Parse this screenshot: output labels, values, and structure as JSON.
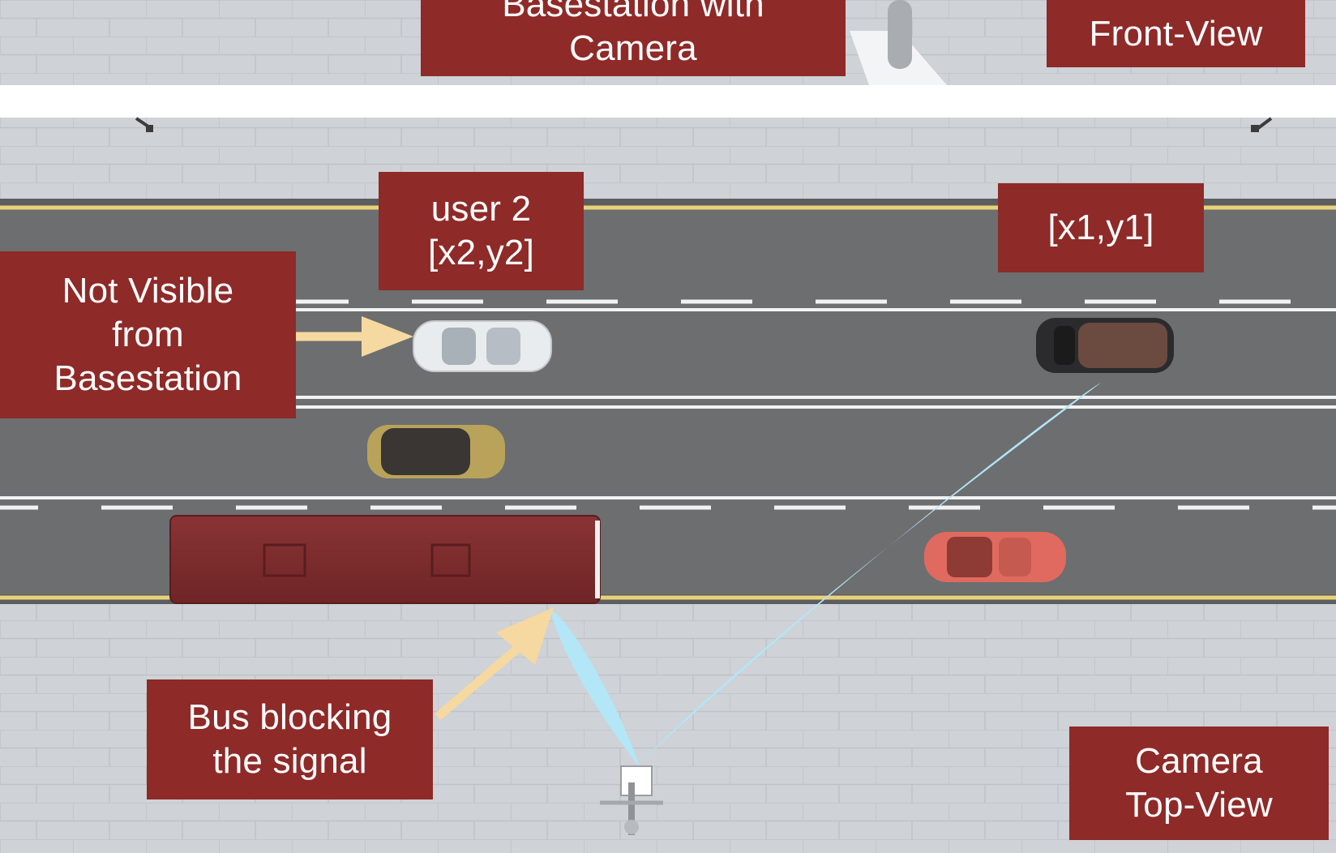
{
  "labels": {
    "front_title": {
      "lines": [
        "Basestation with",
        "Camera"
      ]
    },
    "front_view": {
      "lines": [
        "Front-View"
      ]
    },
    "user2": {
      "lines": [
        "user 2",
        "[x2,y2]"
      ]
    },
    "user1": {
      "lines": [
        "[x1,y1]"
      ]
    },
    "not_visible": {
      "lines": [
        "Not Visible",
        "from",
        "Basestation"
      ]
    },
    "bus_blocking": {
      "lines": [
        "Bus blocking",
        "the signal"
      ]
    },
    "top_view": {
      "lines": [
        "Camera",
        "Top-View"
      ]
    }
  },
  "colors": {
    "label_bg": "#8e2a28",
    "label_text": "#ffffff",
    "beam": "#b3e6f6",
    "arrow": "#f6d9a0",
    "road": "#6d6e70",
    "sidewalk": "#cfd2d6",
    "yellow_line": "#e8d27a",
    "bus": "#7e2b2c",
    "car_white": "#e9ecef",
    "car_black": "#2b2b2d",
    "car_gold": "#b9a35a",
    "car_red": "#e06a5f"
  }
}
